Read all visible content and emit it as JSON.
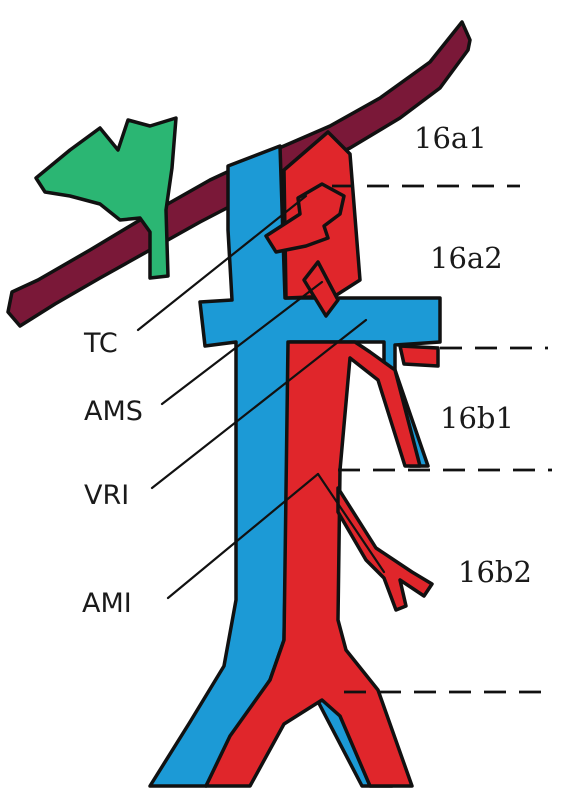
{
  "labels": {
    "tc": "TC",
    "ams": "AMS",
    "vri": "VRI",
    "ami": "AMI"
  },
  "zones": {
    "z16a1": "16a1",
    "z16a2": "16a2",
    "z16b1": "16b1",
    "z16b2": "16b2"
  },
  "colors": {
    "artery": "#e0262b",
    "vein": "#1c9ad6",
    "pancreas": "#7a1838",
    "duodenum": "#2bb673"
  }
}
